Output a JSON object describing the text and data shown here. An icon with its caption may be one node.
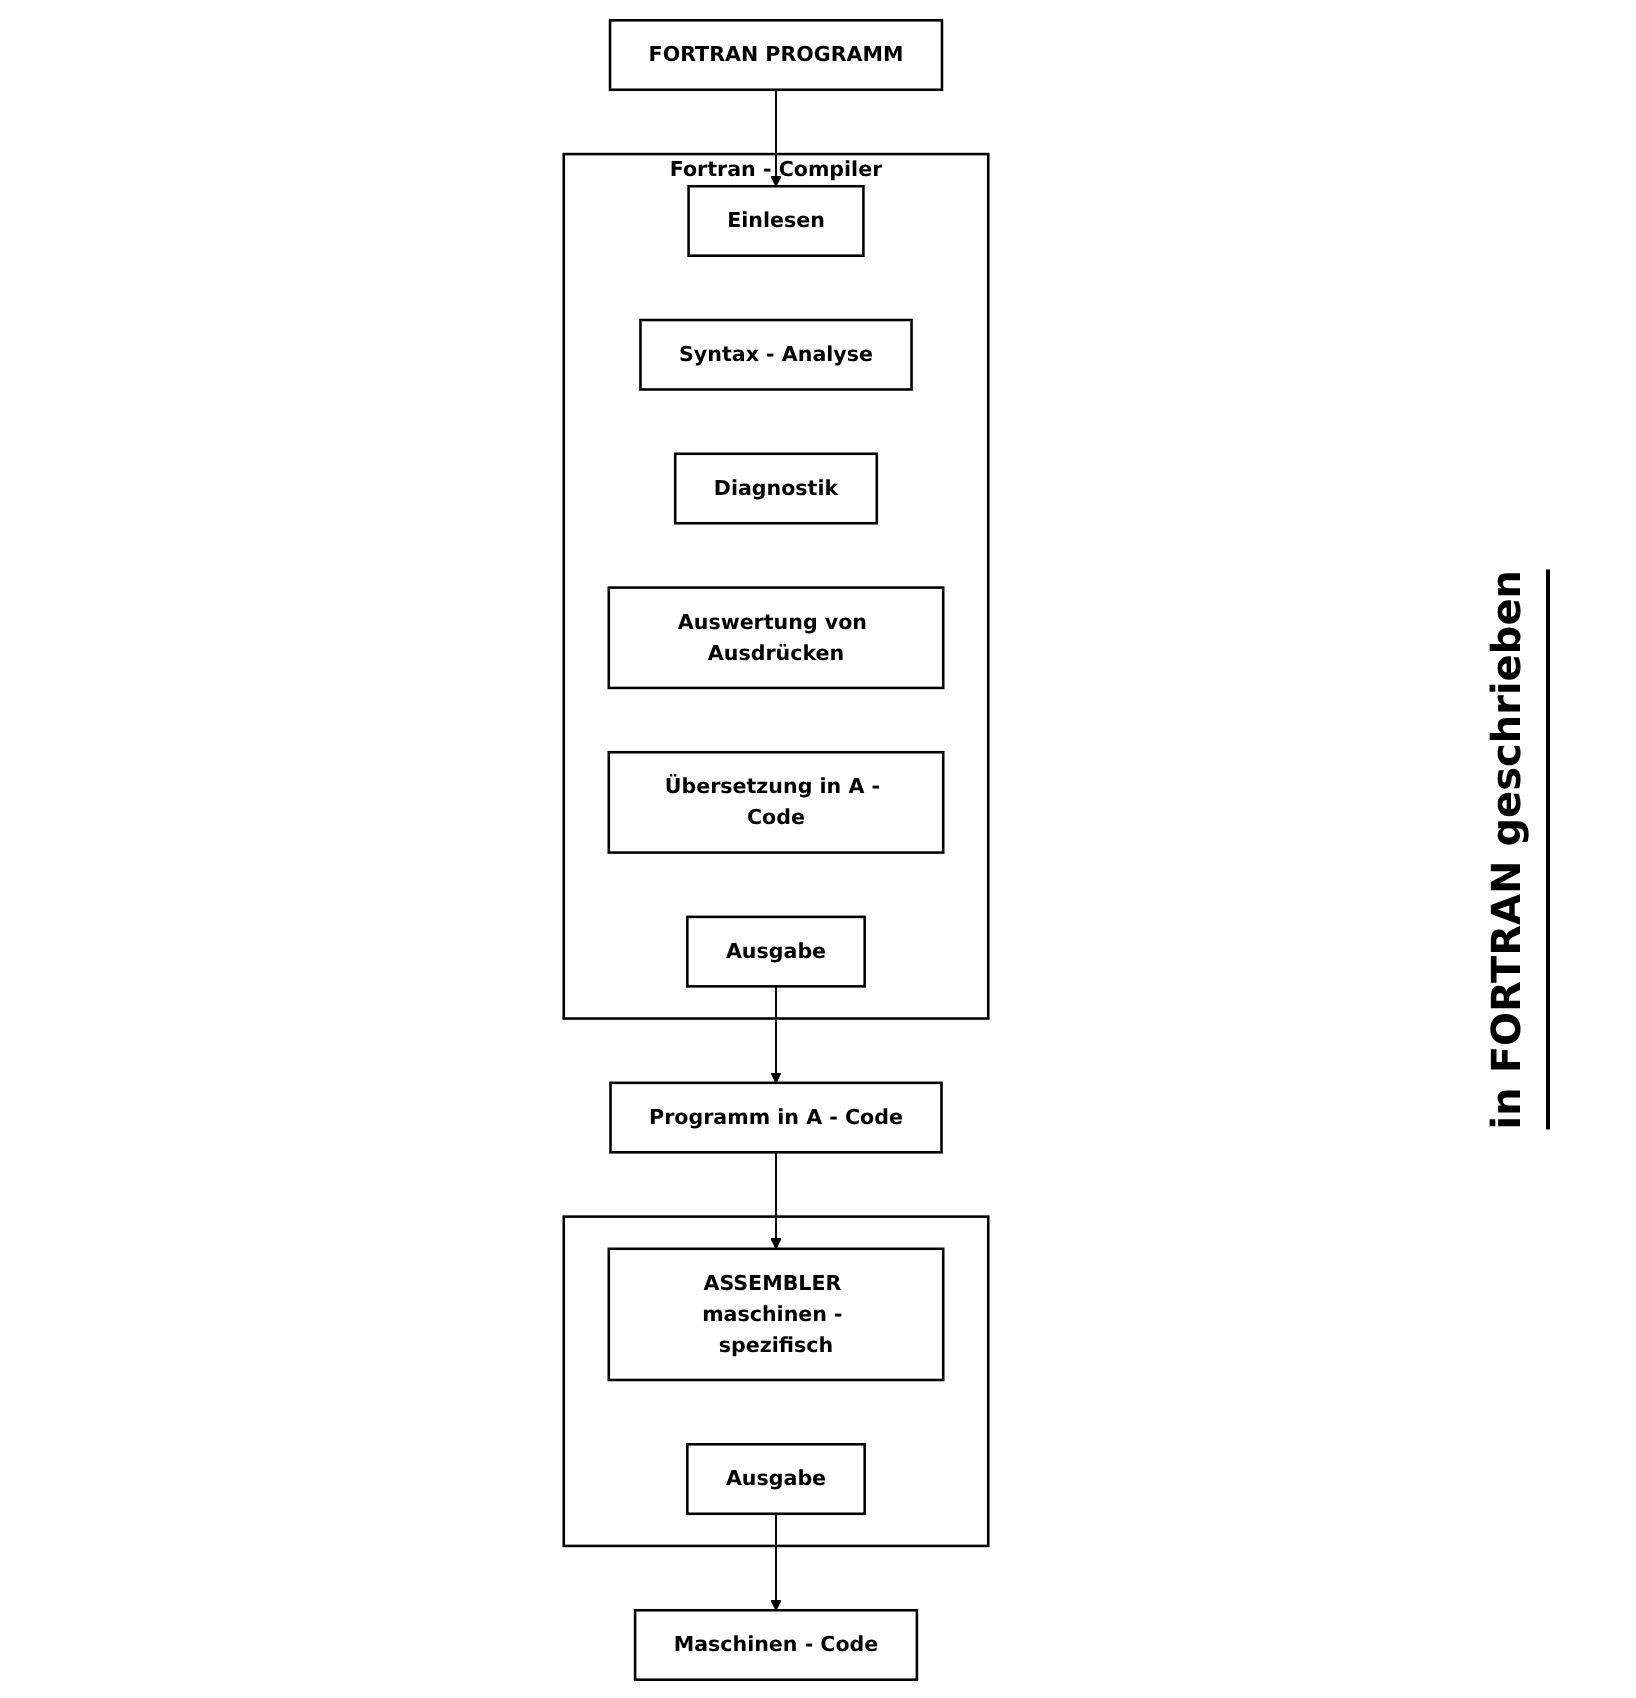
{
  "diagram": {
    "nodes": [
      {
        "text": [
          "FORTRAN PROGRAMM"
        ]
      },
      {
        "text": [
          "Fortran - Compiler"
        ]
      },
      {
        "text": [
          "Einlesen"
        ],
        "in": 1
      },
      {
        "text": [
          "Syntax - Analyse"
        ],
        "in": 1
      },
      {
        "text": [
          "Diagnostik"
        ],
        "in": 1
      },
      {
        "text": [
          "Auswertung von Ausdrücken"
        ],
        "in": 1
      },
      {
        "text": [
          "Übersetzung in A - Code"
        ],
        "in": 1
      },
      {
        "text": [
          "Ausgabe"
        ],
        "in": 1
      },
      {
        "text": [
          "Programm in A - Code"
        ]
      },
      {
        "text": [],
        "shape": "box"
      },
      {
        "text": [
          "ASSEMBLER maschinen - spezifisch"
        ],
        "in": 9
      },
      {
        "text": [
          "Ausgabe"
        ],
        "in": 9
      },
      {
        "text": [
          "Maschinen - Code"
        ]
      }
    ],
    "edges": [
      {
        "from": 0,
        "to": 2,
        "arrow": "to"
      },
      {
        "from": 7,
        "to": 8,
        "arrow": "to"
      },
      {
        "from": 8,
        "to": 10,
        "arrow": "to"
      },
      {
        "from": 11,
        "to": 12,
        "arrow": "to"
      }
    ],
    "labels": [
      "in FORTRAN geschrieben"
    ]
  }
}
